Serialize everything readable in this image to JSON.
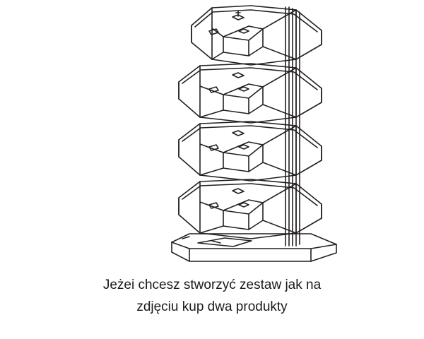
{
  "page": {
    "background_color": "#ffffff",
    "text_color": "#1a1a1a"
  },
  "illustration": {
    "name": "stackable-planter-tower-line-drawing",
    "description": "Line drawing of a vertical stacking planter tower with four tiers on a base tray",
    "stroke_color": "#231f20",
    "tier_count": 4
  },
  "caption": {
    "line1": "Jeżei chcesz stworzyć zestaw jak na",
    "line2": "zdjęciu kup dwa produkty"
  }
}
